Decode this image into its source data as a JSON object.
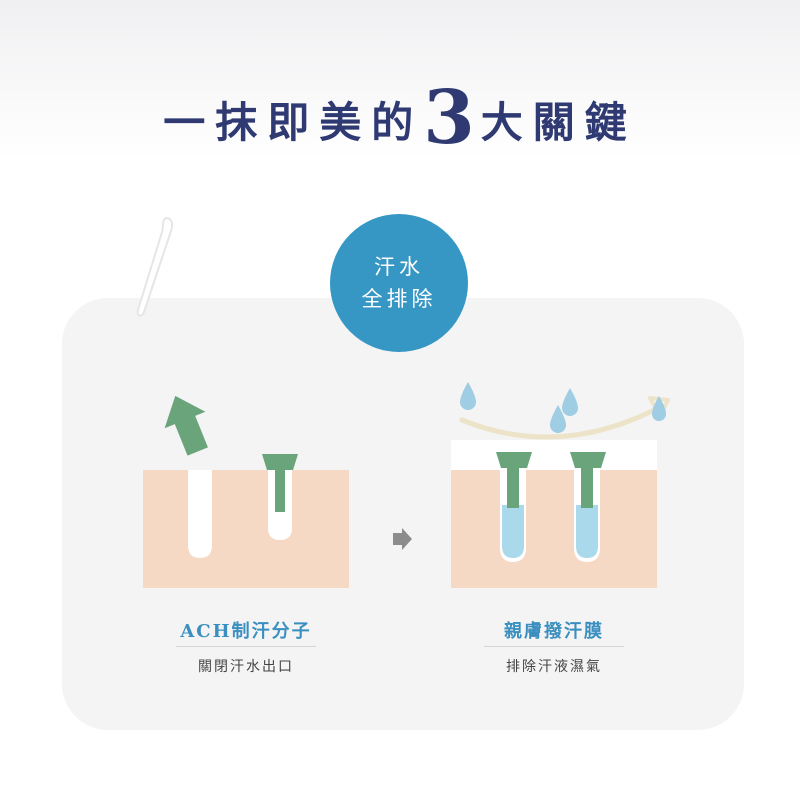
{
  "title": {
    "prefix": "一抹即美的",
    "number": "3",
    "suffix": "大關鍵"
  },
  "badge": {
    "line1": "汗水",
    "line2": "全排除"
  },
  "left_panel": {
    "title": "ACH制汗分子",
    "subtitle": "關閉汗水出口"
  },
  "right_panel": {
    "title": "親膚撥汗膜",
    "subtitle": "排除汗液濕氣"
  },
  "colors": {
    "title": "#2f3a72",
    "badge": "#3696c4",
    "skin": "#f5d9c5",
    "plug": "#6aa47a",
    "water": "#a9d9ea",
    "label": "#3a8fc0"
  },
  "icons": [
    "quote-mark-icon",
    "arrow-up-icon",
    "arrow-right-icon",
    "water-drop-icon",
    "curved-arrow-icon"
  ]
}
